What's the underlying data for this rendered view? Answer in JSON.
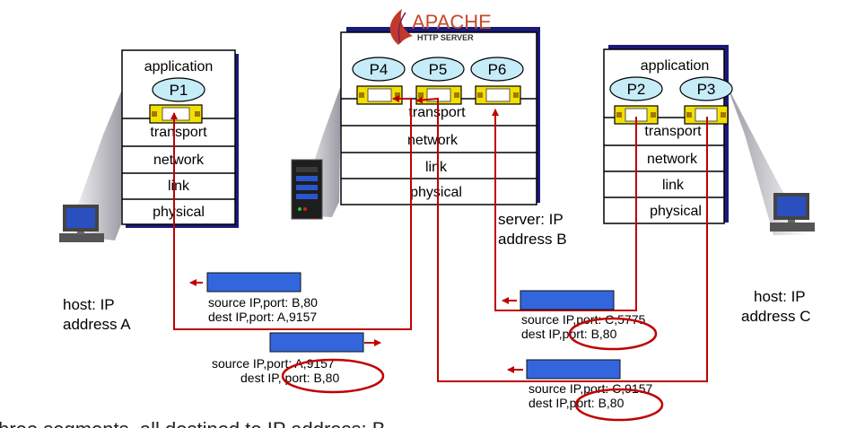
{
  "logo": {
    "brand": "APACHE",
    "product": "HTTP SERVER"
  },
  "hosts": {
    "a": {
      "label_line1": "host: IP",
      "label_line2": "address A",
      "layers": [
        "application",
        "transport",
        "network",
        "link",
        "physical"
      ],
      "processes": [
        "P1"
      ]
    },
    "server": {
      "label_line1": "server: IP",
      "label_line2": "address B",
      "layers": [
        "transport",
        "network",
        "link",
        "physical"
      ],
      "processes": [
        "P4",
        "P5",
        "P6"
      ]
    },
    "c": {
      "label_line1": "host: IP",
      "label_line2": "address C",
      "layers": [
        "application",
        "transport",
        "network",
        "link",
        "physical"
      ],
      "processes": [
        "P2",
        "P3"
      ]
    }
  },
  "segments": [
    {
      "line1": "source IP,port: B,80",
      "line2": "dest IP,port: A,9157"
    },
    {
      "line1": "source IP,port: A,9157",
      "line2": "dest IP, port: B,80"
    },
    {
      "line1": "source IP,port: C,5775",
      "line2": "dest IP,port: B,80"
    },
    {
      "line1": "source IP,port: C,9157",
      "line2": "dest IP,port: B,80"
    }
  ],
  "caption": "three segments, all destined to IP address: B,",
  "colors": {
    "arrow": "#c00000",
    "segment": "#3366dd",
    "socket": "#f2e000",
    "process": "#c6ecf8",
    "stack_border": "#000000",
    "shadow": "#1a1a7a"
  }
}
